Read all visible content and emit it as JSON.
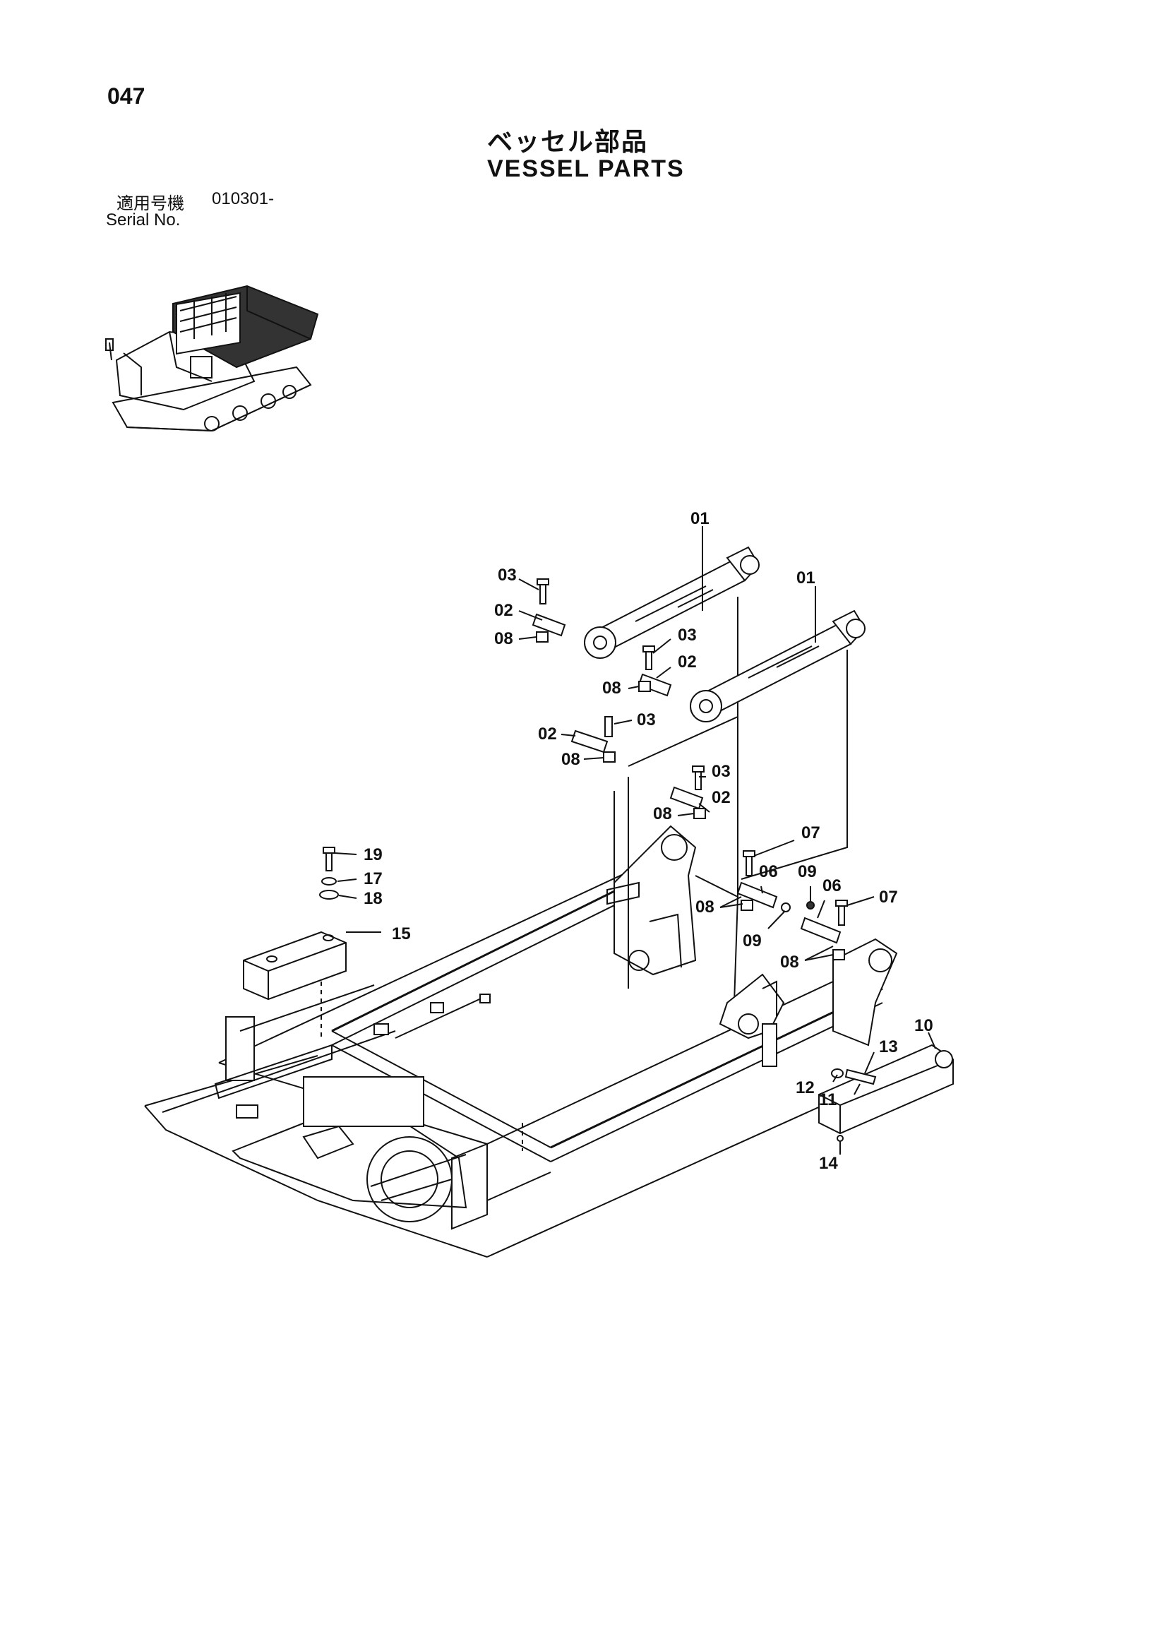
{
  "page": {
    "number": "047"
  },
  "title": {
    "japanese": "ベッセル部品",
    "english": "VESSEL PARTS"
  },
  "serial": {
    "japanese_label": "適用号機",
    "number": "010301-",
    "english_label": "Serial No."
  },
  "callouts": {
    "c01a": "01",
    "c01b": "01",
    "c03a": "03",
    "c02a": "02",
    "c08a": "08",
    "c03b": "03",
    "c02b": "02",
    "c08b": "08",
    "c02c": "02",
    "c03c": "03",
    "c08c": "08",
    "c03d": "03",
    "c02d": "02",
    "c08d": "08",
    "c07a": "07",
    "c06a": "06",
    "c09a": "09",
    "c06b": "06",
    "c07b": "07",
    "c08e": "08",
    "c09b": "09",
    "c08f": "08",
    "c19": "19",
    "c17": "17",
    "c18": "18",
    "c15": "15",
    "c10": "10",
    "c13": "13",
    "c12": "12",
    "c11": "11",
    "c14": "14"
  }
}
